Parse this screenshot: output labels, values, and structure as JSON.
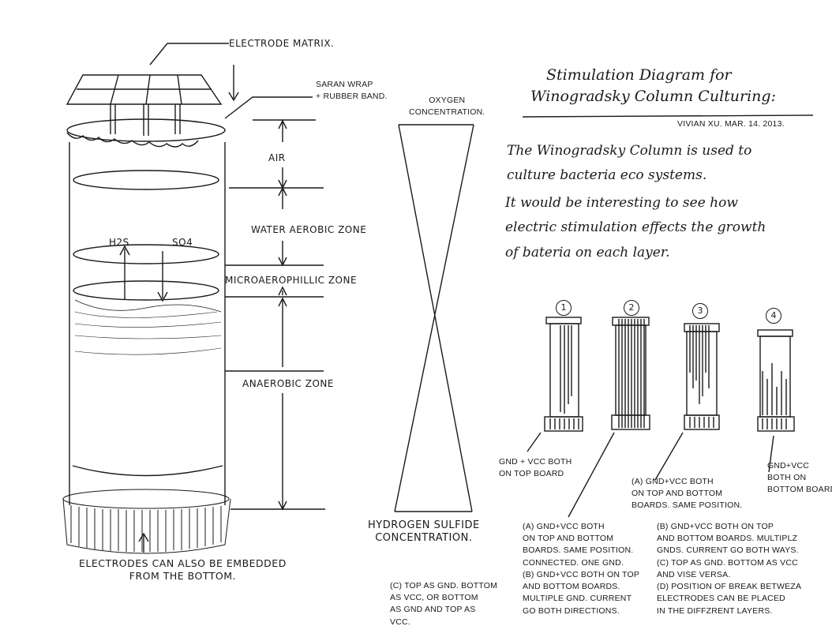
{
  "title": {
    "line1": "Stimulation Diagram for",
    "line2": "Winogradsky Column Culturing:",
    "author": "Vivian Xu. Mar. 14. 2013."
  },
  "description": {
    "p1": "The Winogradsky Column is used to\nculture bacteria eco systems.",
    "p2": "It would be interesting to see how\nelectric stimulation effects the growth\nof bateria on each layer."
  },
  "column": {
    "electrode_matrix": "Electrode matrix.",
    "saran_wrap": "Saran wrap\n+ rubber band.",
    "h2s": "H2S",
    "so4": "SO4",
    "bottom_note": "Electrodes can also be embedded\nfrom the bottom."
  },
  "zones": [
    "Air",
    "Water aerobic zone",
    "Microaerophillic zone",
    "Anaerobic zone"
  ],
  "gradient": {
    "top": "Oxygen\nconcentration.",
    "bottom": "Hydrogen sulfide\nconcentration."
  },
  "configs": [
    {
      "number": "1",
      "note": "GND + VCC both\non top board"
    },
    {
      "number": "2",
      "note": "(A) GND+VCC both\non top and bottom\nboards. Same position.\nconnected. One GND.\n(B) GND+VCC both on top\nand bottom boards.\nmultiple GND. Current\ngo both directions."
    },
    {
      "number": "3",
      "note": "(A) GND+VCC both\non top and bottom\nboards. Same position."
    },
    {
      "number": "4",
      "note": "GND+VCC\nboth on\nbottom board."
    }
  ],
  "notes": {
    "c_left": "(C) Top as GND. Bottom\nas VCC, or bottom\nas GND and top as\nVCC.",
    "right": "(B) GND+VCC both on top\nand bottom boards. Multiplz\nGNDs. Current go both ways.\n(C) Top as GND. Bottom as VCC\nand vise versa.\n(D) Position of break betweza\nelectrodes can be placed\nin the diffzrent layers."
  }
}
